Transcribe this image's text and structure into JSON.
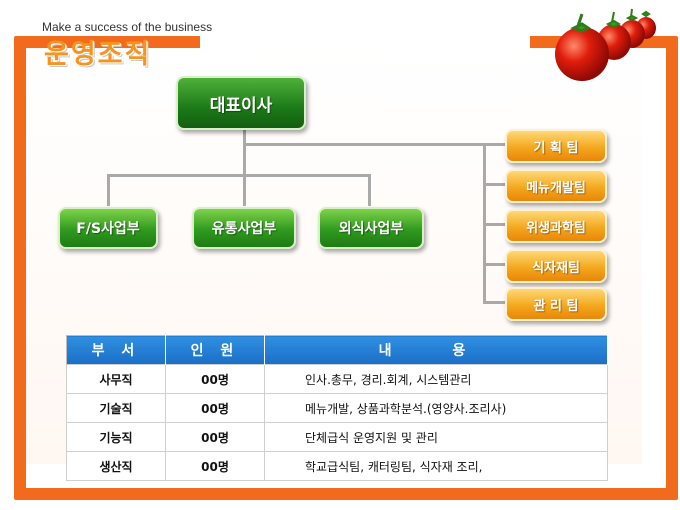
{
  "header": {
    "tagline": "Make a success of the business",
    "title": "운영조직"
  },
  "org": {
    "ceo": "대표이사",
    "departments": [
      "F/S사업부",
      "유통사업부",
      "외식사업부"
    ],
    "teams": [
      "기 획 팀",
      "메뉴개발팀",
      "위생과학팀",
      "식자재팀",
      "관 리 팀"
    ]
  },
  "table": {
    "headers": [
      "부 서",
      "인 원",
      "내 용"
    ],
    "rows": [
      {
        "dept": "사무직",
        "count": "00명",
        "content": "인사.총무, 경리.회계, 시스템관리"
      },
      {
        "dept": "기술직",
        "count": "00명",
        "content": "메뉴개발, 상품과학분석.(영양사.조리사)"
      },
      {
        "dept": "기능직",
        "count": "00명",
        "content": "단체급식 운영지원 및 관리"
      },
      {
        "dept": "생산직",
        "count": "00명",
        "content": "학교급식팀, 캐터링팀, 식자재 조리,"
      }
    ]
  },
  "colors": {
    "frame": "#f26a1b",
    "ceo": "#1c7a18",
    "department": "#2f9a1f",
    "team": "#f4a81e",
    "table_header": "#1a6fc7"
  }
}
